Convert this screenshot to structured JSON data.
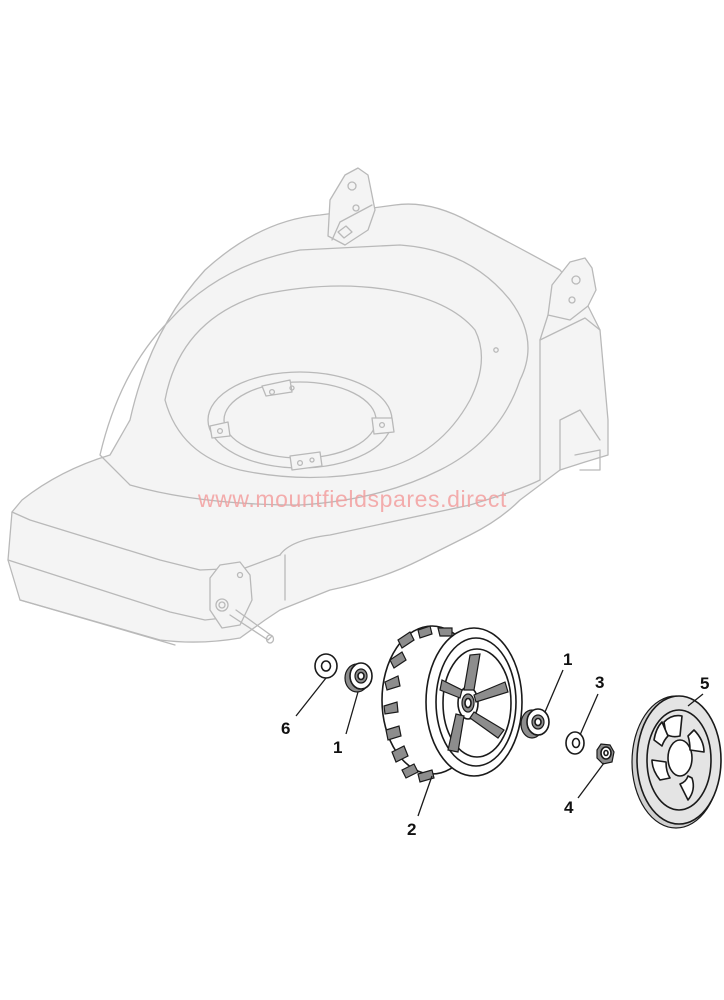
{
  "watermark": "www.mountfieldspares.direct",
  "callouts": [
    {
      "id": "c6",
      "label": "6"
    },
    {
      "id": "c1a",
      "label": "1"
    },
    {
      "id": "c2",
      "label": "2"
    },
    {
      "id": "c1b",
      "label": "1"
    },
    {
      "id": "c3",
      "label": "3"
    },
    {
      "id": "c4",
      "label": "4"
    },
    {
      "id": "c5",
      "label": "5"
    }
  ]
}
